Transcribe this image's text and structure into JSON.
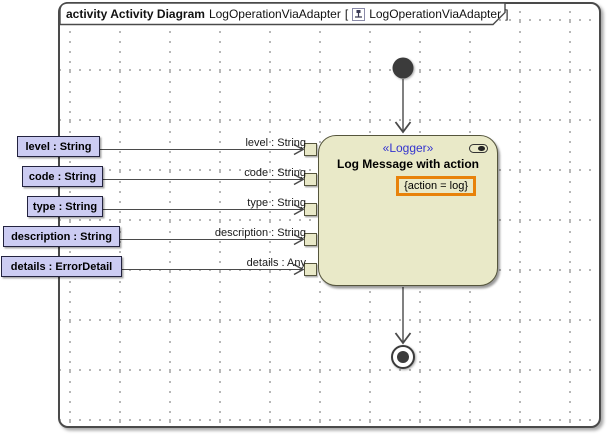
{
  "frame": {
    "title_keyword": "activity Activity Diagram",
    "diagram_name": "LogOperationViaAdapter",
    "open_bracket": "[",
    "context_name": "LogOperationViaAdapter",
    "close_bracket": "]"
  },
  "action_node": {
    "stereotype": "«Logger»",
    "name": "Log Message with action",
    "constraint": "{action = log}"
  },
  "parameters": [
    {
      "label": "level : String",
      "pin_label": "level : String"
    },
    {
      "label": "code : String",
      "pin_label": "code : String"
    },
    {
      "label": "type : String",
      "pin_label": "type : String"
    },
    {
      "label": "description : String",
      "pin_label": "description : String"
    },
    {
      "label": "details : ErrorDetail",
      "pin_label": "details : Any"
    }
  ],
  "icons": {
    "title_icon": "activity-diagram-icon",
    "node_badge": "behavior-pill-icon"
  },
  "colors": {
    "node-fill": "#e9e9c8",
    "node-border": "#55553c",
    "param-fill": "#ccccf2",
    "param-border": "#23233f",
    "stereotype": "#3434cf",
    "constraint-border": "#e8820a",
    "line": "#4a4a4a",
    "grid-dot": "#9c9c9c"
  }
}
